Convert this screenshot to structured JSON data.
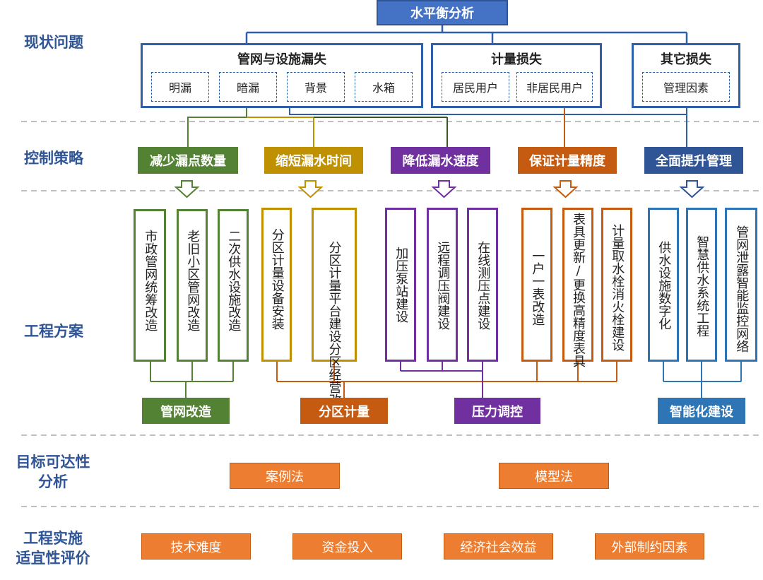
{
  "top": {
    "title": "水平衡分析"
  },
  "row_labels": {
    "current_issues": "现状问题",
    "control_strategy": "控制策略",
    "engineering_plan": "工程方案",
    "target_analysis_1": "目标可达性",
    "target_analysis_2": "分析",
    "suitability_1": "工程实施",
    "suitability_2": "适宜性评价"
  },
  "losses": [
    {
      "title": "管网与设施漏失",
      "items": [
        "明漏",
        "暗漏",
        "背景",
        "水箱"
      ]
    },
    {
      "title": "计量损失",
      "items": [
        "居民用户",
        "非居民用户"
      ]
    },
    {
      "title": "其它损失",
      "items": [
        "管理因素"
      ]
    }
  ],
  "strategies": [
    {
      "label": "减少漏点数量",
      "color": "#548235"
    },
    {
      "label": "缩短漏水时间",
      "color": "#bf9000"
    },
    {
      "label": "降低漏水速度",
      "color": "#7030a0"
    },
    {
      "label": "保证计量精度",
      "color": "#c55a11"
    },
    {
      "label": "全面提升管理",
      "color": "#2f5597"
    }
  ],
  "projects": [
    {
      "text": "市政管网统筹改造",
      "color": "#548235"
    },
    {
      "text": "老旧小区管网改造",
      "color": "#548235"
    },
    {
      "text": "二次供水设施改造",
      "color": "#548235"
    },
    {
      "text": "分区计量设备安装",
      "color": "#bf9000"
    },
    {
      "text": "分区计量平台建设分区经营改革",
      "color": "#bf9000"
    },
    {
      "text": "加压泵站建设",
      "color": "#7030a0"
    },
    {
      "text": "远程调压阀建设",
      "color": "#7030a0"
    },
    {
      "text": "在线测压点建设",
      "color": "#7030a0"
    },
    {
      "text": "一户一表改造",
      "color": "#c55a11"
    },
    {
      "text": "表具更新/更换高精度表具",
      "color": "#c55a11"
    },
    {
      "text": "计量取水栓消火栓建设",
      "color": "#c55a11"
    },
    {
      "text": "供水设施数字化",
      "color": "#2e75b6"
    },
    {
      "text": "智慧供水系统工程",
      "color": "#2e75b6"
    },
    {
      "text": "管网泄露智能监控网络",
      "color": "#2e75b6"
    }
  ],
  "groups": [
    {
      "label": "管网改造",
      "color": "#548235"
    },
    {
      "label": "分区计量",
      "color": "#c55a11"
    },
    {
      "label": "压力调控",
      "color": "#7030a0"
    },
    {
      "label": "智能化建设",
      "color": "#2e75b6"
    }
  ],
  "methods": [
    "案例法",
    "模型法"
  ],
  "evaluation": [
    "技术难度",
    "资金投入",
    "经济社会效益",
    "外部制约因素"
  ]
}
